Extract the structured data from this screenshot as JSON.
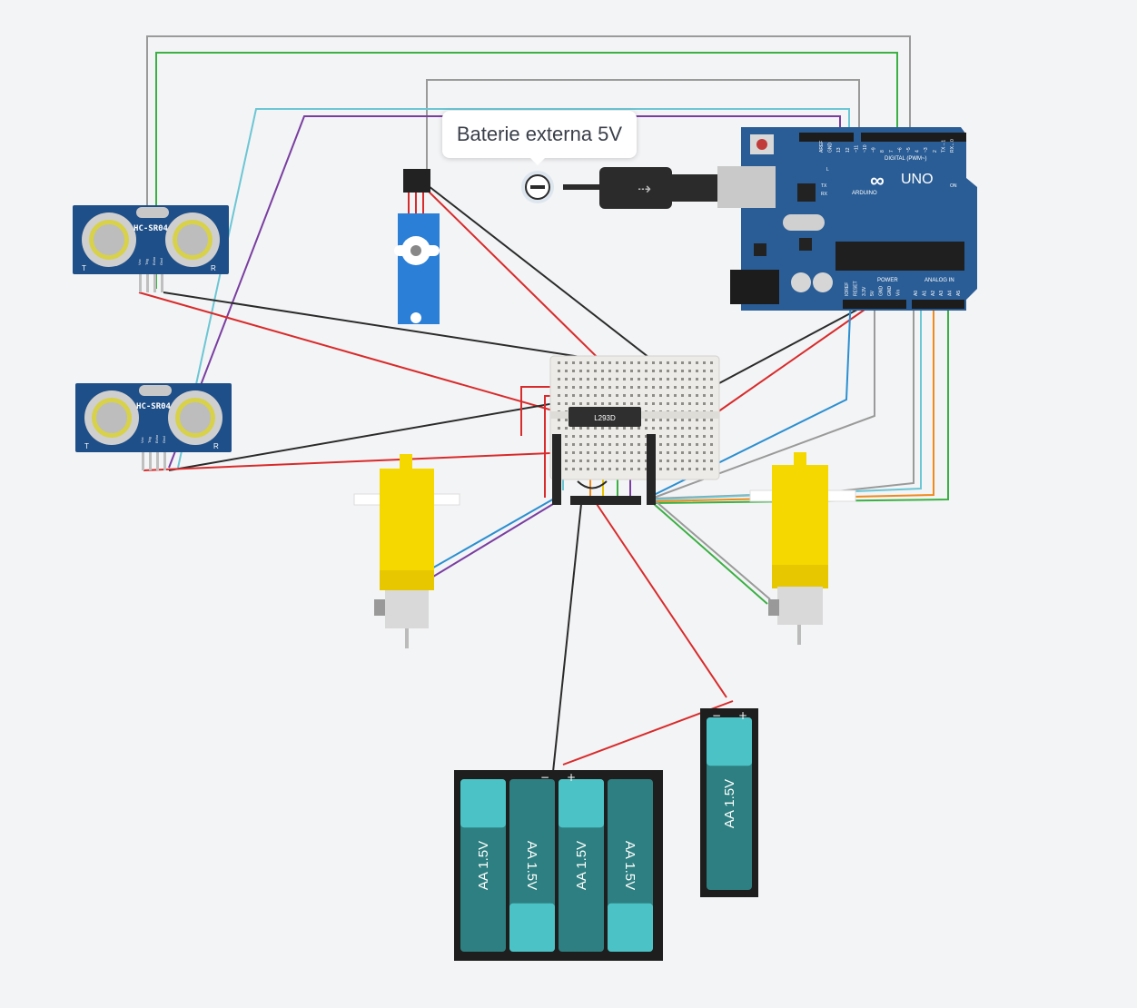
{
  "tooltip": {
    "text": "Baterie externa 5V"
  },
  "arduino": {
    "logo_text": "UNO",
    "brand": "ARDUINO",
    "digital_label": "DIGITAL (PWM~)",
    "power_label": "POWER",
    "analog_label": "ANALOG IN",
    "on_label": "ON",
    "l_label": "L",
    "tx_label": "TX",
    "rx_label": "RX",
    "top_pins": [
      "AREF",
      "GND",
      "13",
      "12",
      "~11",
      "~10",
      "~9",
      "8",
      "7",
      "~6",
      "~5",
      "4",
      "~3",
      "2",
      "TX→1",
      "RX←0"
    ],
    "power_pins": [
      "IOREF",
      "RESET",
      "3.3V",
      "5V",
      "GND",
      "GND",
      "Vin"
    ],
    "analog_pins": [
      "A0",
      "A1",
      "A2",
      "A3",
      "A4",
      "A5"
    ]
  },
  "sensors": [
    {
      "label": "HC-SR04",
      "pins": [
        "Vcc",
        "Trig",
        "Echo",
        "Gnd"
      ],
      "t_mark": "T",
      "r_mark": "R"
    },
    {
      "label": "HC-SR04",
      "pins": [
        "Vcc",
        "Trig",
        "Echo",
        "Gnd"
      ],
      "t_mark": "T",
      "r_mark": "R"
    }
  ],
  "driver_ic": {
    "label": "L293D"
  },
  "battery_pack_4": {
    "cells": [
      "AA 1.5V",
      "AA 1.5V",
      "AA 1.5V",
      "AA 1.5V"
    ]
  },
  "battery_pack_1": {
    "cells": [
      "AA 1.5V"
    ]
  },
  "terminals": {
    "minus": "−",
    "plus": "+"
  },
  "colors": {
    "background": "#f3f4f6",
    "board": "#2a5d96",
    "sensor": "#1f4f88",
    "motor_yellow": "#f5d800",
    "battery_cell": "#4bc3c6",
    "battery_dark": "#2e7f81",
    "wire_red": "#d92b2b",
    "wire_black": "#2b2b2b",
    "wire_green": "#3bb043",
    "wire_gray": "#9a9a9a",
    "wire_cyan": "#6cc6d4",
    "wire_purple": "#7a3ea0",
    "wire_blue": "#2b8fd0",
    "wire_orange": "#f08a1c",
    "wire_yellow": "#e8c400"
  }
}
